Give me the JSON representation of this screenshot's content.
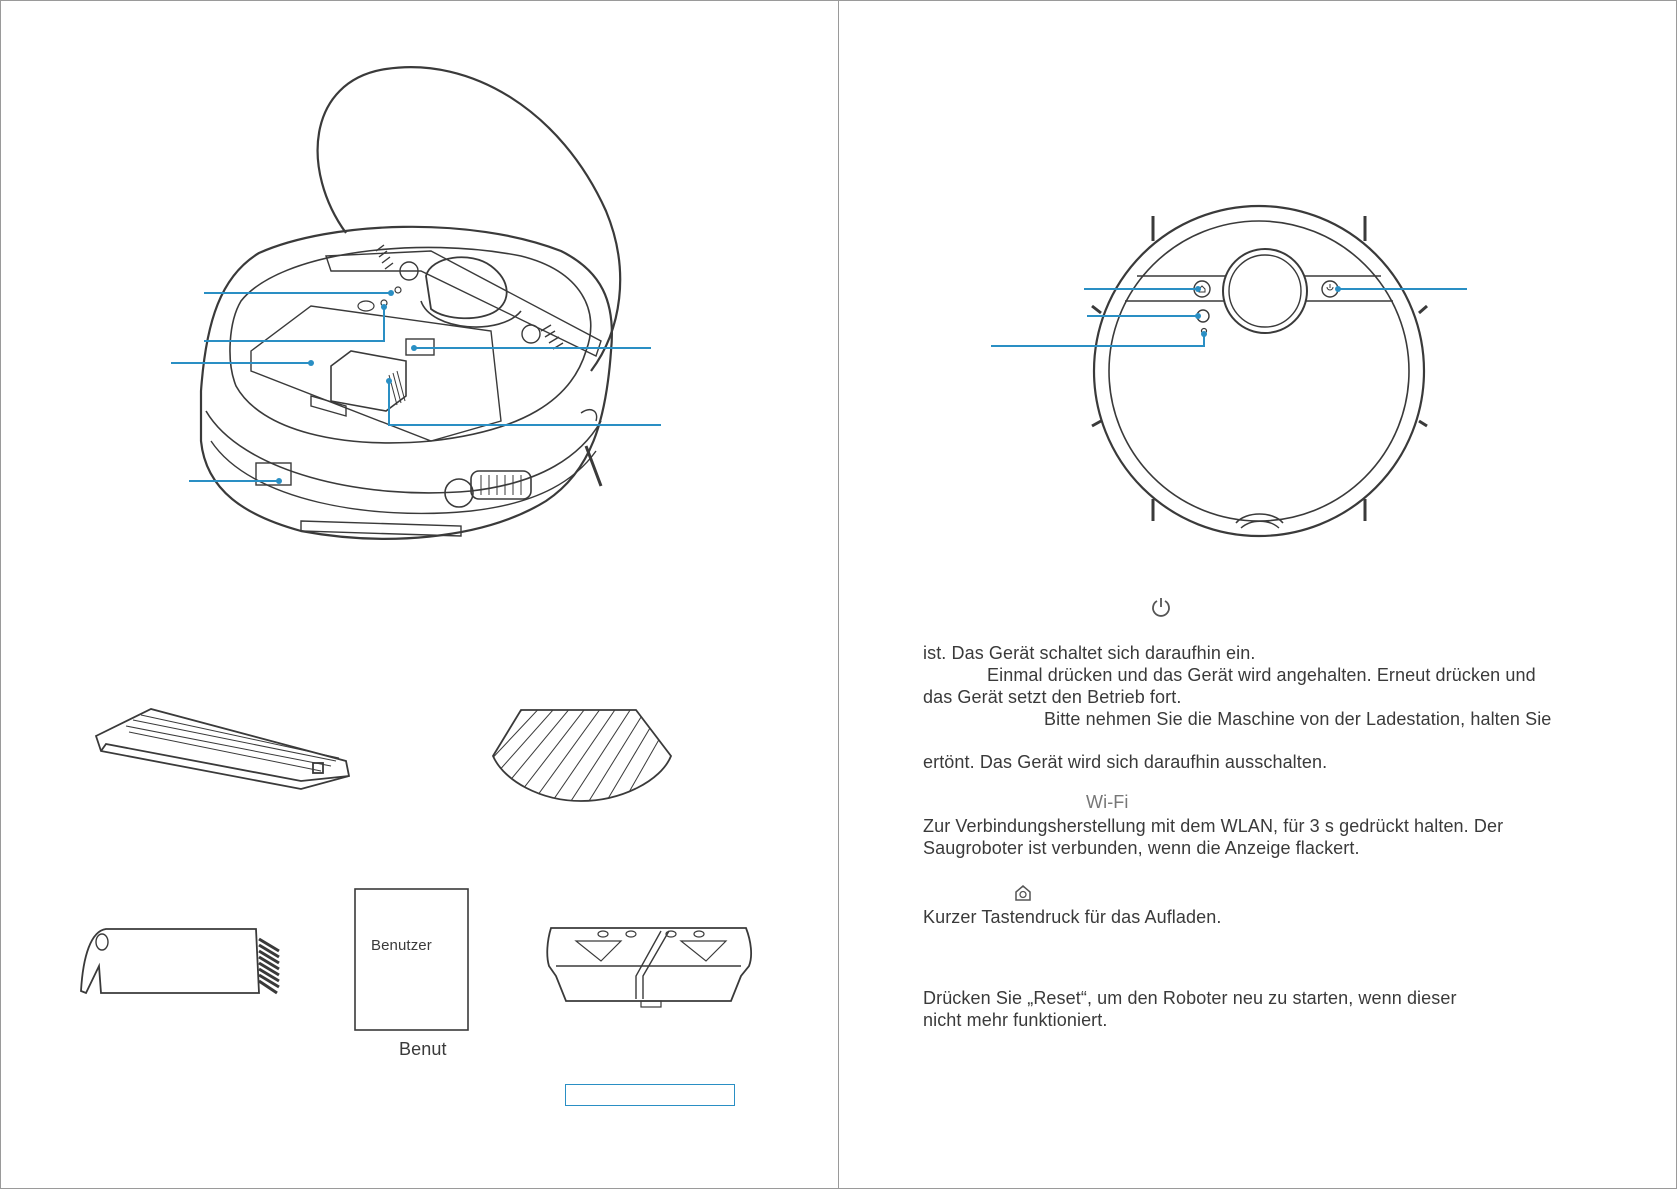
{
  "left_page": {
    "manual_label": "Benutzer",
    "manual_caption": "Benut"
  },
  "right_page": {
    "icons": [
      "power-icon",
      "home-icon"
    ],
    "paragraphs": {
      "power_line1": "ist. Das Gerät schaltet sich daraufhin ein.",
      "power_line2": "Einmal drücken und das Gerät wird angehalten. Erneut drücken und",
      "power_line3": "das Gerät setzt den Betrieb fort.",
      "power_line4": "Bitte nehmen Sie die Maschine von der Ladestation, halten Sie",
      "power_line5": "ertönt. Das Gerät wird sich daraufhin ausschalten.",
      "wifi_heading": "Wi-Fi",
      "wifi_line1": "Zur Verbindungsherstellung mit dem WLAN, für 3 s gedrückt halten. Der",
      "wifi_line2": "Saugroboter ist verbunden, wenn die Anzeige flackert.",
      "home_line1": "Kurzer Tastendruck für das Aufladen.",
      "reset_line1": "Drücken Sie „Reset“, um den Roboter neu zu starten, wenn dieser",
      "reset_line2": "nicht mehr funktioniert."
    }
  },
  "colors": {
    "callout": "#2a8fc4",
    "line_art": "#3a3a3a",
    "text": "#3a3a3a",
    "page_border": "#9a9a9a"
  }
}
